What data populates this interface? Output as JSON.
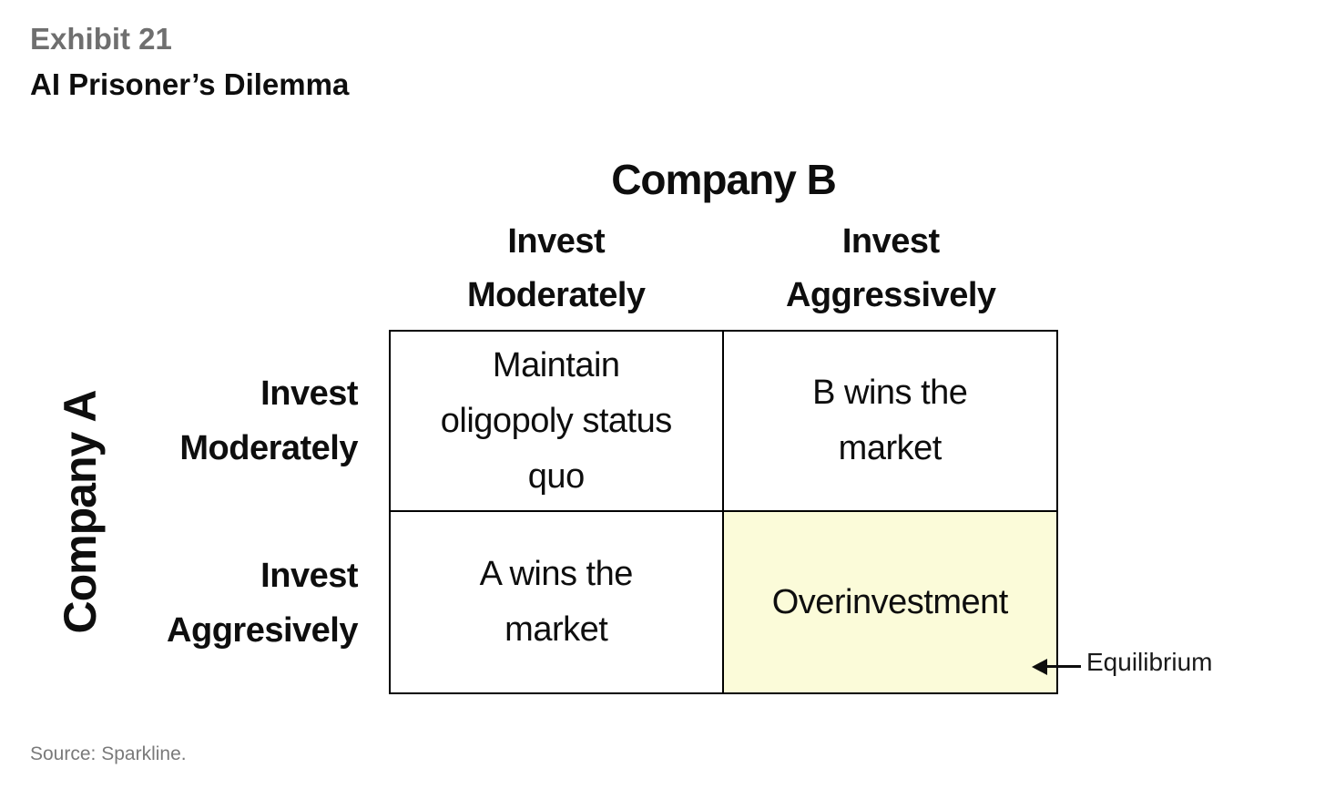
{
  "page": {
    "exhibit_label": "Exhibit 21",
    "title": "AI Prisoner’s Dilemma",
    "source": "Source: Sparkline."
  },
  "matrix": {
    "column_player": "Company B",
    "row_player": "Company A",
    "columns": [
      {
        "label": "Invest\nModerately"
      },
      {
        "label": "Invest\nAggressively"
      }
    ],
    "rows": [
      {
        "label": "Invest\nModerately"
      },
      {
        "label": "Invest\nAggresively"
      }
    ],
    "cells": [
      [
        "Maintain\noligopoly status\nquo",
        "B wins the\nmarket"
      ],
      [
        "A wins the\nmarket",
        "Overinvestment"
      ]
    ],
    "highlight": {
      "row": 1,
      "col": 1,
      "color": "#FBFBD9"
    }
  },
  "annotation": {
    "equilibrium_label": "Equilibrium"
  },
  "colors": {
    "border": "#000000",
    "title_gray": "#6f6f6f",
    "text_black": "#0e0e0e",
    "source_gray": "#7a7a7a"
  }
}
